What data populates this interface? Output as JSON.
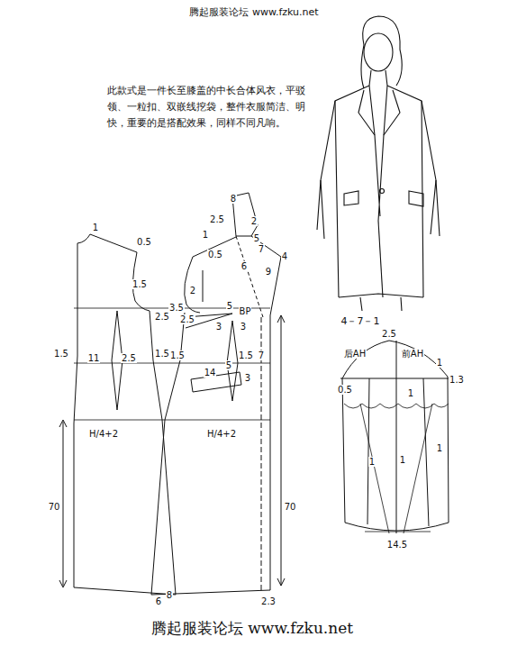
{
  "diagram": {
    "labels": [
      "腾起服装论坛 www.fzku.net",
      "此款式是一件长至膝盖的中长合体风衣，平驳领、一粒扣、双嵌线挖袋，整件衣服简洁、明快，重要的是搭配效果，同样不同凡响。",
      "4－7－1",
      "1",
      "0.5",
      "1.5",
      "2.5",
      "1.5",
      "11",
      "2.5",
      "1.5",
      "H/4+2",
      "70",
      "6",
      "8",
      "8",
      "2.5",
      "2",
      "1",
      "5",
      "7",
      "0.5",
      "4",
      "6",
      "9",
      "2",
      "3.5",
      "2.5",
      "5",
      "BP",
      "3",
      "3",
      "7",
      "1.5",
      "1.5",
      "14",
      "5",
      "3",
      "H/4+2",
      "70",
      "2.3",
      "2.5",
      "后AH",
      "前AH",
      "1",
      "1.3",
      "0.5",
      "1",
      "1",
      "1",
      "1",
      "14.5",
      "腾起服装论坛 www.fzku.net"
    ]
  }
}
